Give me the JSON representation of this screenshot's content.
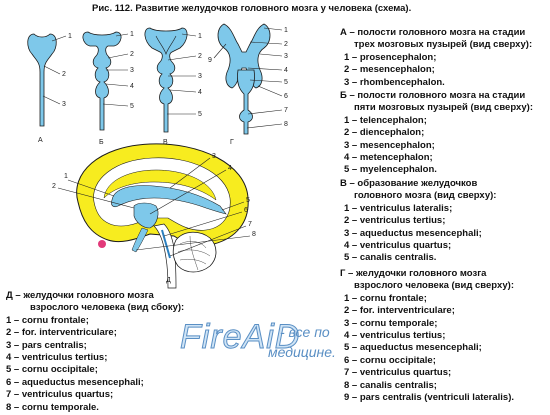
{
  "title": "Рис. 112. Развитие желудочков головного мозга у человека (схема).",
  "figure_small": {
    "panel_letters": [
      "А",
      "Б",
      "В",
      "Г"
    ],
    "labels_a": [
      "1",
      "2",
      "3"
    ],
    "labels_b": [
      "1",
      "2",
      "3",
      "4",
      "5"
    ],
    "labels_v": [
      "1",
      "2",
      "3",
      "4",
      "5"
    ],
    "labels_g": [
      "1",
      "2",
      "3",
      "4",
      "5",
      "6",
      "7",
      "8",
      "9"
    ],
    "colors": {
      "cavity": "#7ec8ea",
      "outline": "#1c1c1c"
    }
  },
  "figure_brain": {
    "panel_letter": "Д",
    "labels": [
      "1",
      "2",
      "3",
      "4",
      "5",
      "6",
      "7",
      "8"
    ],
    "colors": {
      "hemisphere": "#f7ec1f",
      "ventricle": "#7ec8ea",
      "cerebellum": "#ffffff"
    }
  },
  "legend_a": {
    "heading": [
      "А – полости головного мозга на стадии",
      "трех мозговых пузырей (вид сверху):"
    ],
    "items": [
      "1 – prosencephalon;",
      "2 – mesencephalon;",
      "3 – rhombencephalon."
    ]
  },
  "legend_b": {
    "heading": [
      "Б – полости головного мозга на стадии",
      "пяти мозговых пузырей (вид сверху):"
    ],
    "items": [
      "1 – telencephalon;",
      "2 – diencephalon;",
      "3 – mesencephalon;",
      "4 – metencephalon;",
      "5 – myelencephalon."
    ]
  },
  "legend_v": {
    "heading": [
      "В – образование желудочков",
      "головного мозга (вид сверху):"
    ],
    "items": [
      "1 – ventriculus lateralis;",
      "2 – ventriculus tertius;",
      "3 – aqueductus mesencephali;",
      "4 – ventriculus quartus;",
      "5 – canalis centralis."
    ]
  },
  "legend_g": {
    "heading": [
      "Г – желудочки головного мозга",
      "взрослого человека (вид сверху):"
    ],
    "items": [
      "1 – cornu frontale;",
      "2 – for. interventriculare;",
      "3 – cornu temporale;",
      "4 – ventriculus tertius;",
      "5 – aqueductus mesencephali;",
      "6 – cornu occipitale;",
      "7 – ventriculus quartus;",
      "8 – canalis centralis;",
      "9 – pars centralis (ventriculi lateralis)."
    ]
  },
  "legend_d": {
    "heading": [
      "Д – желудочки головного мозга",
      "взрослого человека (вид сбоку):"
    ],
    "items": [
      "1 – cornu frontale;",
      "2 – for. interventriculare;",
      "3 – pars centralis;",
      "4 – ventriculus tertius;",
      "5 – cornu occipitale;",
      "6 – aqueductus mesencephali;",
      "7 – ventriculus quartus;",
      "8 – cornu temporale."
    ]
  },
  "watermark": {
    "brand": "FireAiD",
    "tagline_1": "- все по",
    "tagline_2": "медицине."
  }
}
